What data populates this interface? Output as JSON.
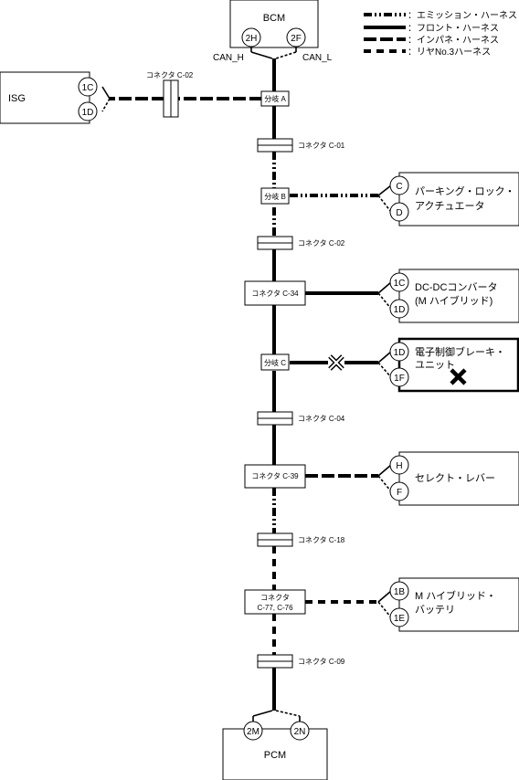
{
  "legend": {
    "emission": "：エミッション・ハーネス",
    "front": "：フロント・ハーネス",
    "instrument": "：インパネ・ハーネス",
    "rear3": "：リヤNo.3ハーネス"
  },
  "modules": {
    "bcm": "BCM",
    "isg": "ISG",
    "pcm": "PCM",
    "parking_line1": "パーキング・ロック・",
    "parking_line2": "アクチュエータ",
    "dcdc_line1": "DC-DCコンバータ",
    "dcdc_line2": "(M ハイブリッド)",
    "brake_line1": "電子制御ブレーキ・",
    "brake_line2": "ユニット",
    "select": "セレクト・レバー",
    "battery_line1": "M ハイブリッド・",
    "battery_line2": "バッテリ"
  },
  "pins": {
    "bcm_h": "2H",
    "bcm_l": "2F",
    "isg_h": "1C",
    "isg_l": "1D",
    "parking_h": "C",
    "parking_l": "D",
    "dcdc_h": "1C",
    "dcdc_l": "1D",
    "brake_h": "1D",
    "brake_l": "1F",
    "select_h": "H",
    "select_l": "F",
    "battery_h": "1B",
    "battery_l": "1E",
    "pcm_h": "2M",
    "pcm_l": "2N"
  },
  "signals": {
    "can_h": "CAN_H",
    "can_l": "CAN_L"
  },
  "junctions": {
    "a": "分岐 A",
    "b": "分岐 B",
    "c": "分岐 C"
  },
  "connectors": {
    "c02_isg": "コネクタ C-02",
    "c01": "コネクタ C-01",
    "c02": "コネクタ C-02",
    "c34": "コネクタ C-34",
    "c04": "コネクタ C-04",
    "c39": "コネクタ C-39",
    "c18": "コネクタ C-18",
    "c77_line1": "コネクタ",
    "c77_line2": "C-77, C-76",
    "c09": "コネクタ C-09"
  }
}
